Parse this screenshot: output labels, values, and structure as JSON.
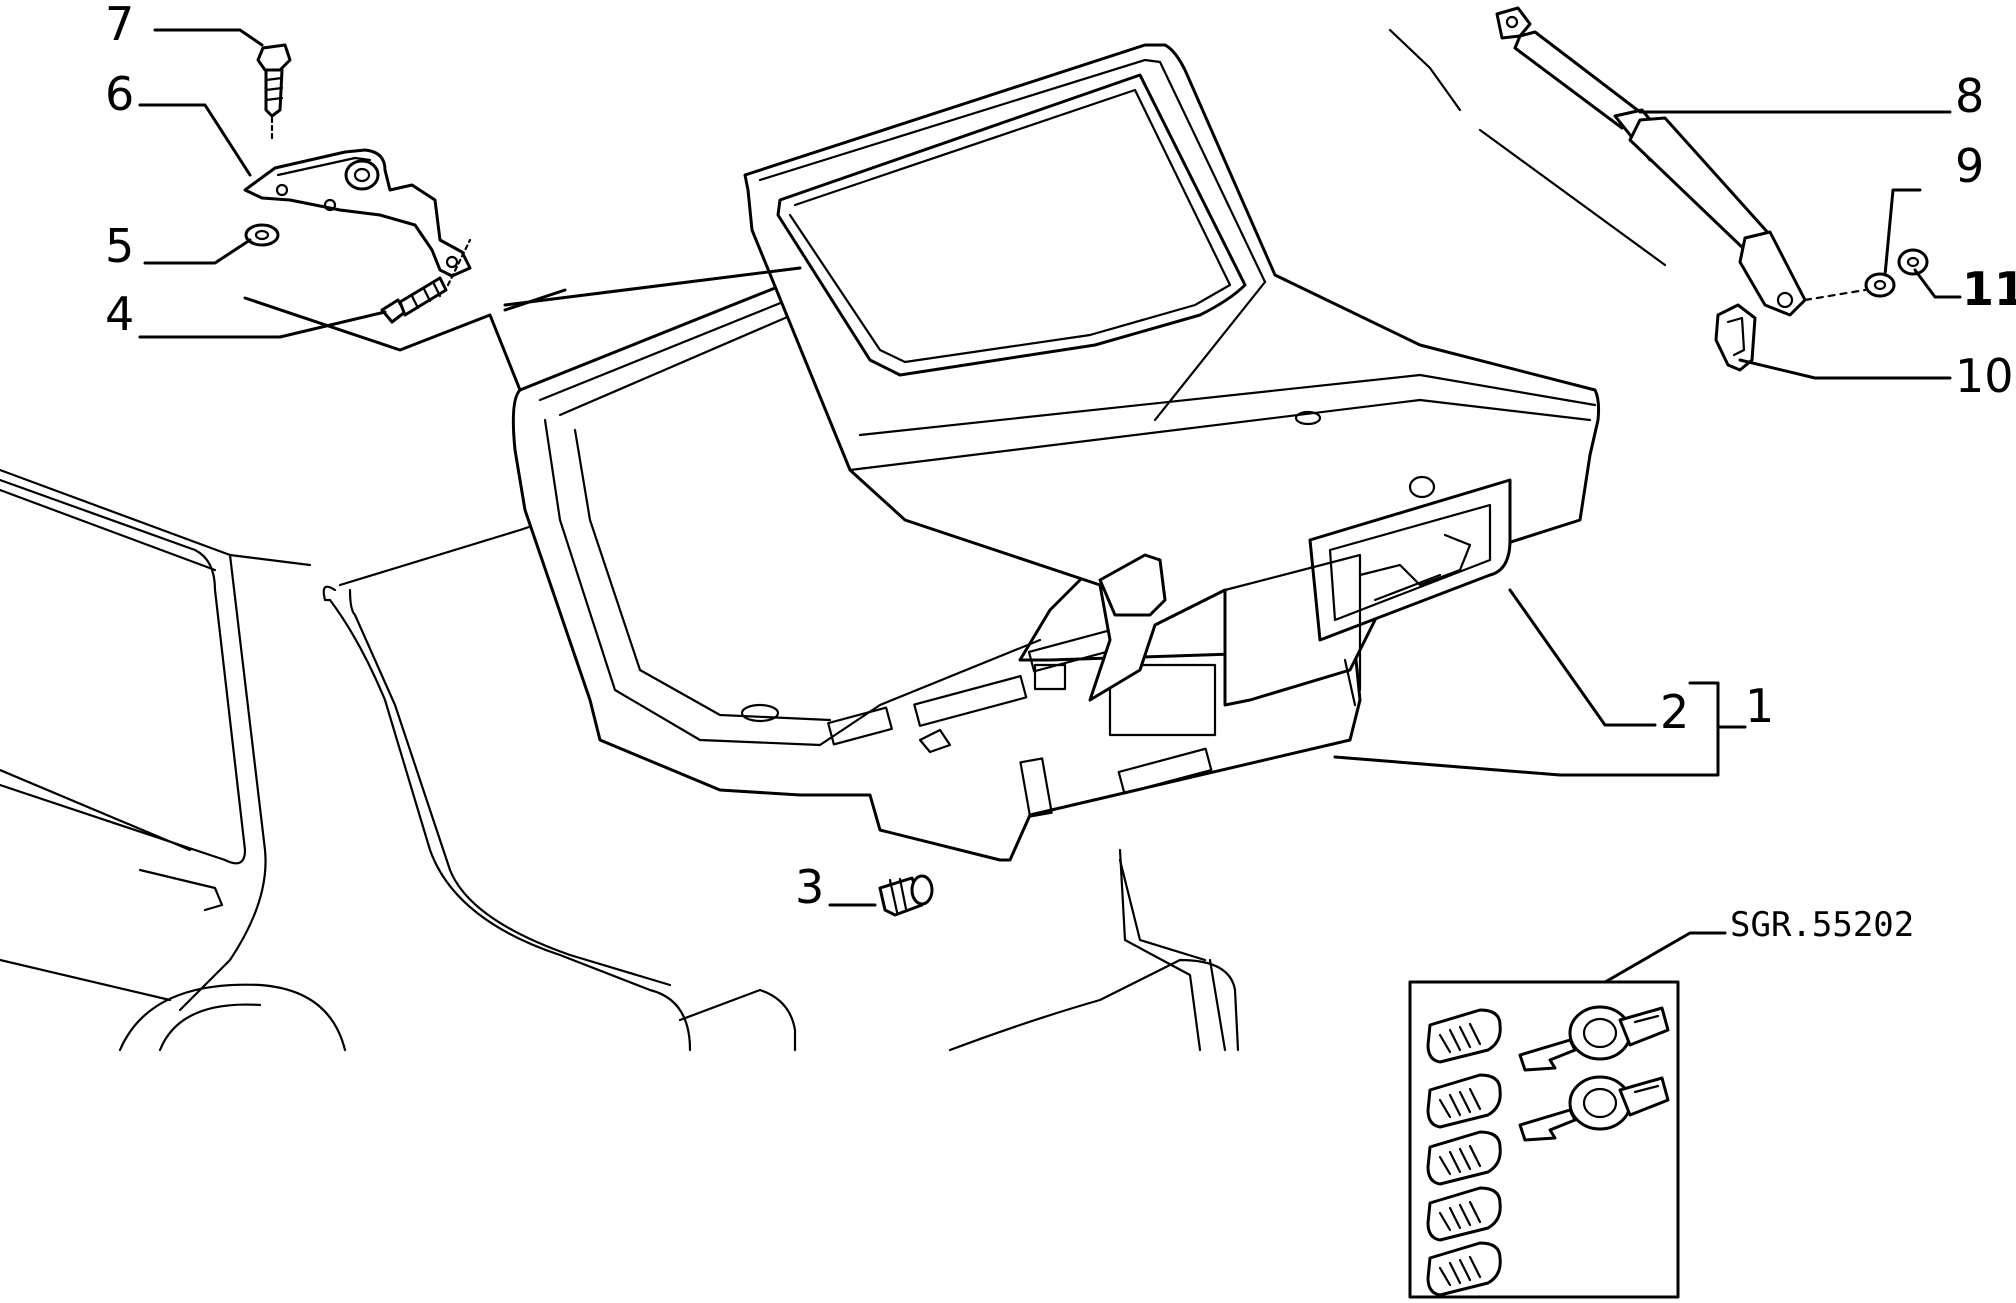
{
  "diagram": {
    "reference_code": "SGR.55202",
    "callouts": [
      {
        "id": "c1",
        "label": "1"
      },
      {
        "id": "c2",
        "label": "2"
      },
      {
        "id": "c3",
        "label": "3"
      },
      {
        "id": "c4",
        "label": "4"
      },
      {
        "id": "c5",
        "label": "5"
      },
      {
        "id": "c6",
        "label": "6"
      },
      {
        "id": "c7",
        "label": "7"
      },
      {
        "id": "c8",
        "label": "8"
      },
      {
        "id": "c9",
        "label": "9"
      },
      {
        "id": "c10",
        "label": "10"
      },
      {
        "id": "c11",
        "label": "11"
      }
    ]
  }
}
